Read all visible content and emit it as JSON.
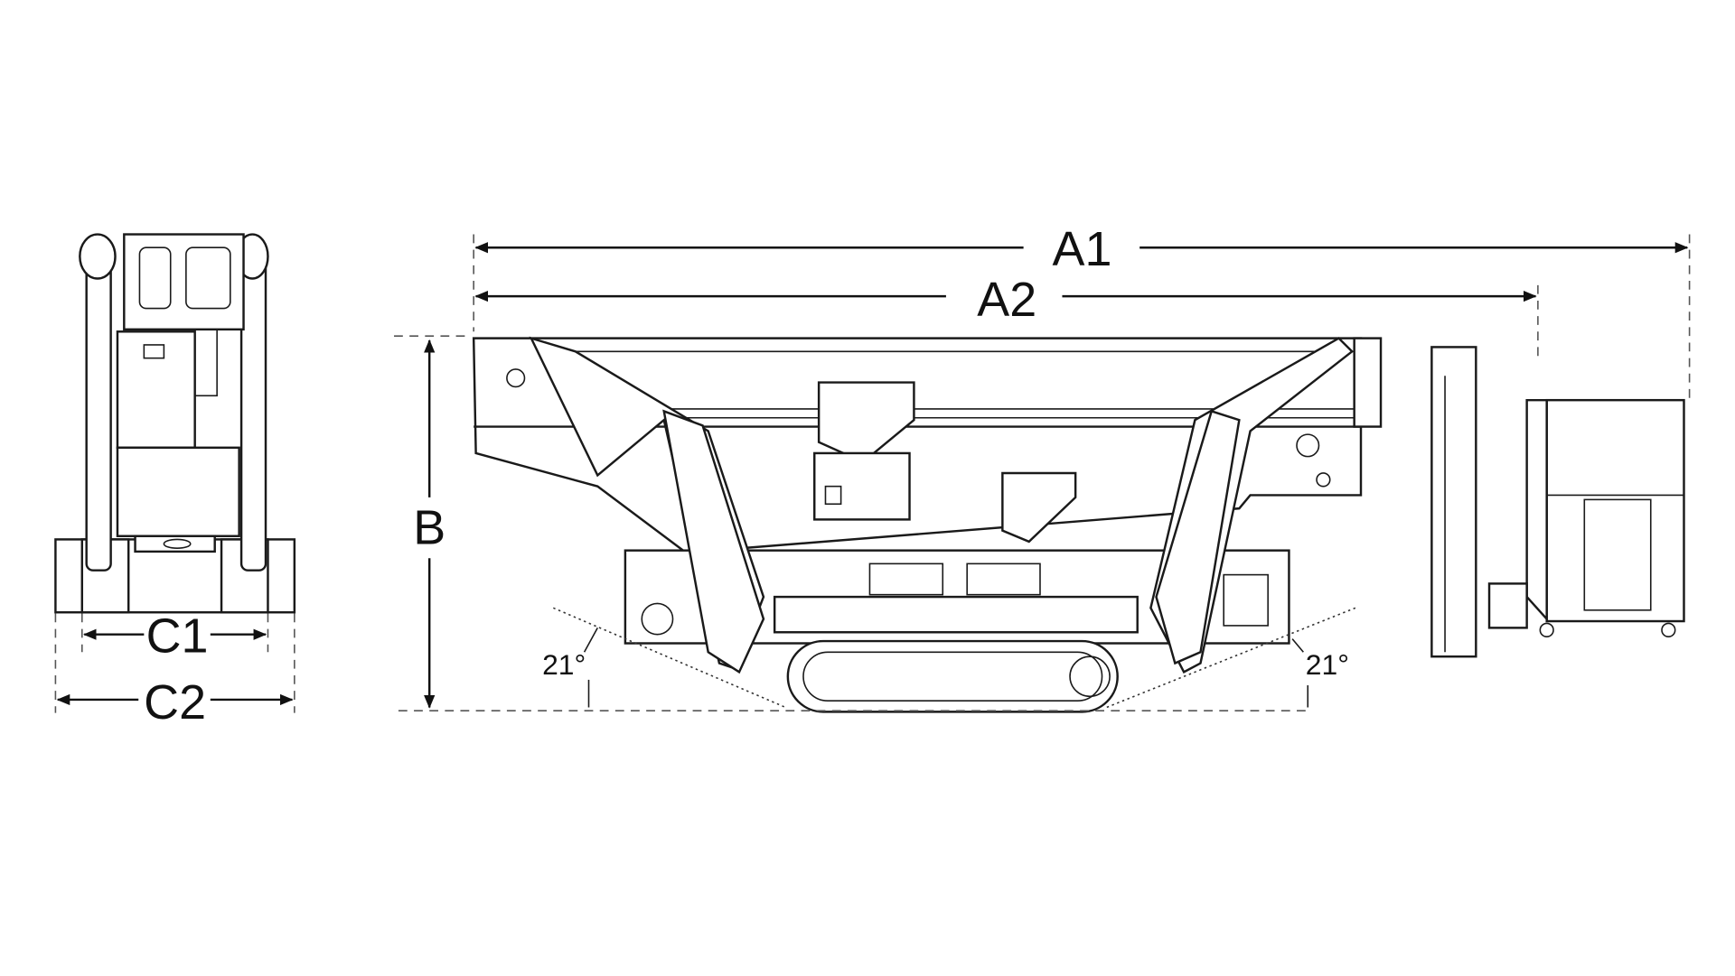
{
  "diagram": {
    "title": "Spider lift dimension drawing",
    "labels": {
      "a1": "A1",
      "a2": "A2",
      "b": "B",
      "c1": "C1",
      "c2": "C2",
      "angle_left": "21°",
      "angle_right": "21°"
    },
    "colors": {
      "line": "#1a1a1a",
      "background": "#ffffff"
    }
  }
}
